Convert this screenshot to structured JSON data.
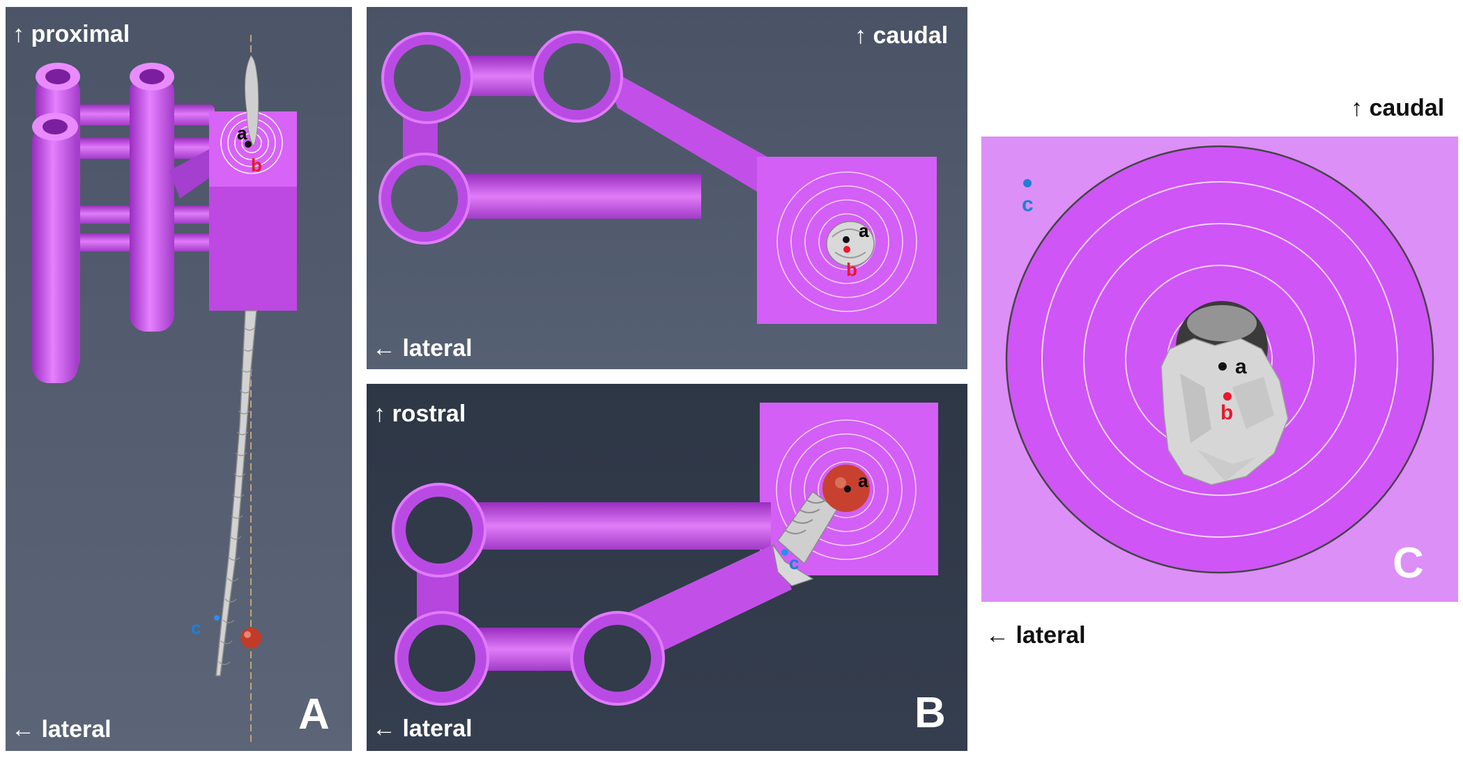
{
  "colors": {
    "panel_a_bg": "#4a5566",
    "panel_b1_bg": "#4f5869",
    "panel_b2_bg": "#303949",
    "panel_c_bg": "#d98df5",
    "magenta": "#c44ce8",
    "magenta_light": "#e07cf8",
    "bone": "#c8c8c8",
    "point_a": "#000000",
    "point_b": "#e8192c",
    "point_c": "#1e7fd6",
    "sphere": "#c8412f"
  },
  "panel_a": {
    "orientation_top": "↑ proximal",
    "orientation_bottom": "← lateral",
    "letter": "A",
    "point_a": "a",
    "point_b": "b",
    "point_c": "c"
  },
  "panel_b_top": {
    "orientation_top": "↑ caudal",
    "orientation_bottom": "← lateral",
    "point_a": "a",
    "point_b": "b"
  },
  "panel_b_bottom": {
    "orientation_top": "↑ rostral",
    "orientation_bottom": "← lateral",
    "letter": "B",
    "point_a": "a",
    "point_c": "c"
  },
  "panel_c": {
    "orientation_top": "↑ caudal",
    "orientation_bottom": "← lateral",
    "letter": "C",
    "point_a": "a",
    "point_b": "b",
    "point_c": "c"
  }
}
